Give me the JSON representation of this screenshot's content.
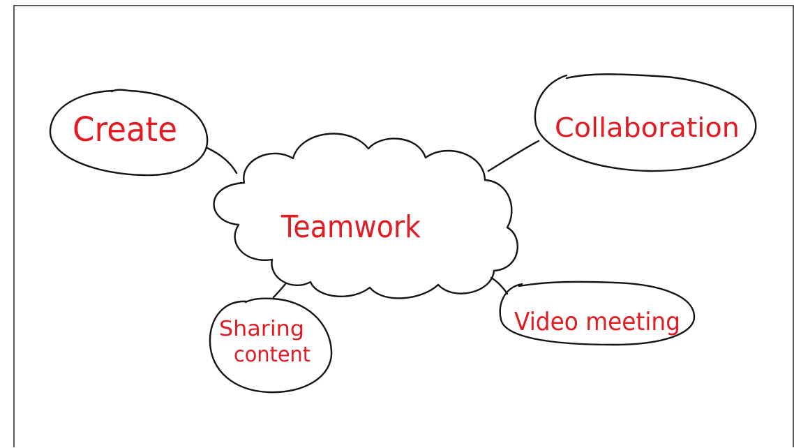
{
  "diagram": {
    "central": {
      "label": "Teamwork"
    },
    "nodes": [
      {
        "id": "create",
        "lines": [
          "Create"
        ]
      },
      {
        "id": "collaboration",
        "lines": [
          "Collaboration"
        ]
      },
      {
        "id": "sharing-content",
        "lines": [
          "Sharing",
          "content"
        ]
      },
      {
        "id": "video-meeting",
        "lines": [
          "Video meeting"
        ]
      }
    ],
    "colors": {
      "text": "#e11b22",
      "stroke": "#141414",
      "background": "#ffffff",
      "frame": "#222222"
    }
  }
}
